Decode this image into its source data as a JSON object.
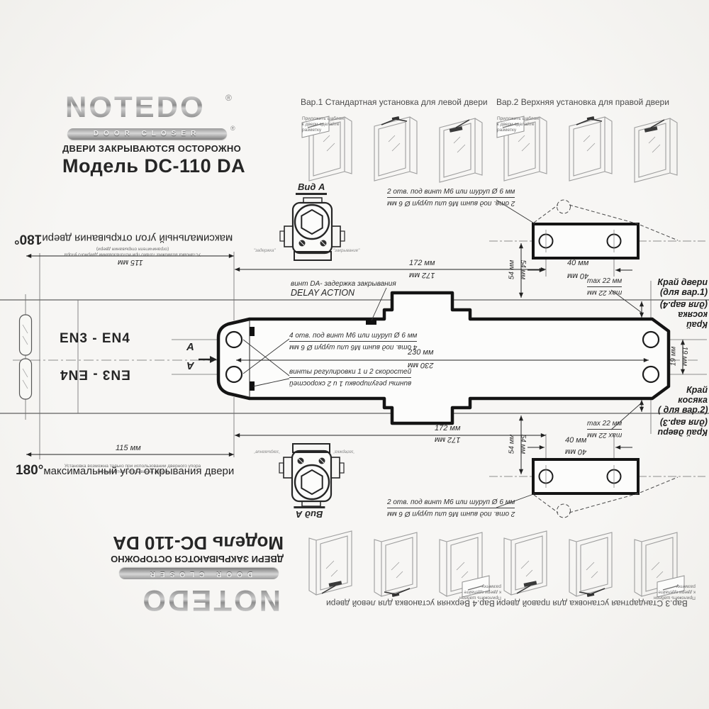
{
  "colors": {
    "bg": "#f5f4f1",
    "ink": "#222222",
    "line": "#333333",
    "sketch": "#999999"
  },
  "logo": {
    "brand": "NOTEDO",
    "registered": "®",
    "banner": "DOOR CLOSER",
    "warning": "ДВЕРИ ЗАКРЫВАЮТСЯ ОСТОРОЖНО",
    "model": "Модель DC-110 DA"
  },
  "variants": {
    "v1_title": "Вар.1 Стандартная установка для левой двери",
    "v2_title": "Вар.2 Верхняя установка для правой двери",
    "v3_title": "Вар.3 Стандартная установка для правой двери",
    "v4_title": "Вар.4 Верхняя установка для левой двери",
    "apply_note": "Приложить шаблон\nк двери сделайте\nразметку"
  },
  "view_a": {
    "label": "Вид A",
    "screw_left": "\"задержка\"",
    "screw_right": "\"закрывание\""
  },
  "dims": {
    "d115": "115 мм",
    "d172": "172 мм",
    "d230": "230 мм",
    "d40": "40 мм",
    "d54": "54 мм",
    "d19": "19 мм",
    "max22": "max 22 мм",
    "holes2": "2 отв. под винт М6 или шуруп Ø 6 мм",
    "holes4": "4 отв. под винт М6 или шуруп Ø 6 мм"
  },
  "labels": {
    "delay_ru": "винт DA- задержка закрывания",
    "delay_en": "DELAY ACTION",
    "speed": "винты регулировки 1 и 2 скоростей",
    "en_class": "EN3 - EN4",
    "angle_deg": "180°",
    "angle_text": "максимальный угол открывания двери",
    "stop_note_1": "Установка возможна только при использовании  дверного упора",
    "stop_note_2": "(ограничителя открывания двери)",
    "view_arrow": "A",
    "edge_door": "Край двери",
    "edge_jamb": "Край косяка",
    "for_v1": "(для вар.1)",
    "for_v2": "( для вар.2)",
    "for_v3": "(для вар.3)",
    "for_v4": "(для вар.4)"
  }
}
